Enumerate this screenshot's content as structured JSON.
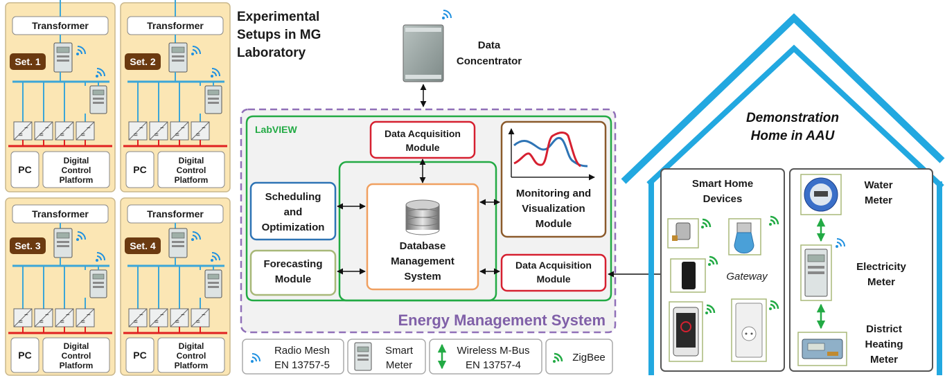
{
  "lab": {
    "heading_lines": [
      "Experimental",
      "Setups in MG",
      "Laboratory"
    ],
    "setups": [
      {
        "transformer_label": "Transformer",
        "set_label": "Set. 1",
        "pc_label": "PC",
        "dcp_lines": [
          "Digital",
          "Control",
          "Platform"
        ]
      },
      {
        "transformer_label": "Transformer",
        "set_label": "Set. 2",
        "pc_label": "PC",
        "dcp_lines": [
          "Digital",
          "Control",
          "Platform"
        ]
      },
      {
        "transformer_label": "Transformer",
        "set_label": "Set. 3",
        "pc_label": "PC",
        "dcp_lines": [
          "Digital",
          "Control",
          "Platform"
        ]
      },
      {
        "transformer_label": "Transformer",
        "set_label": "Set. 4",
        "pc_label": "PC",
        "dcp_lines": [
          "Digital",
          "Control",
          "Platform"
        ]
      }
    ]
  },
  "concentrator": {
    "label_lines": [
      "Data",
      "Concentrator"
    ]
  },
  "ems": {
    "title": "Energy Management System",
    "labview_label": "LabVIEW",
    "daq_top_lines": [
      "Data Acquisition",
      "Module"
    ],
    "daq_bottom_lines": [
      "Data Acquisition",
      "Module"
    ],
    "monitoring_lines": [
      "Monitoring and",
      "Visualization",
      "Module"
    ],
    "scheduling_lines": [
      "Scheduling",
      "and",
      "Optimization"
    ],
    "forecasting_lines": [
      "Forecasting",
      "Module"
    ],
    "database_lines": [
      "Database",
      "Management",
      "System"
    ]
  },
  "home": {
    "title_lines": [
      "Demonstration",
      "Home in AAU"
    ],
    "smart_devices_lines": [
      "Smart Home",
      "Devices"
    ],
    "gateway_label": "Gateway",
    "water_meter_lines": [
      "Water",
      "Meter"
    ],
    "electricity_meter_lines": [
      "Electricity",
      "Meter"
    ],
    "heating_meter_lines": [
      "District",
      "Heating",
      "Meter"
    ]
  },
  "legend": {
    "radio_mesh_lines": [
      "Radio Mesh",
      "EN 13757-5"
    ],
    "smart_meter_lines": [
      "Smart",
      "Meter"
    ],
    "wmbus_lines": [
      "Wireless M-Bus",
      "EN 13757-4"
    ],
    "zigbee_label": "ZigBee"
  },
  "colors": {
    "panel_fill": "#fbe6b4",
    "panel_border": "#c9b78c",
    "bus": "#3ba6d8",
    "red_bus": "#e02020",
    "badge": "#6b3a10",
    "green": "#22aa44",
    "red_box": "#d62030",
    "blue_box": "#2e74b5",
    "olive_box": "#a8b878",
    "brown_box": "#8b5a2b",
    "orange_box": "#f0a060",
    "purple": "#9070b8",
    "house": "#22a8e0"
  }
}
